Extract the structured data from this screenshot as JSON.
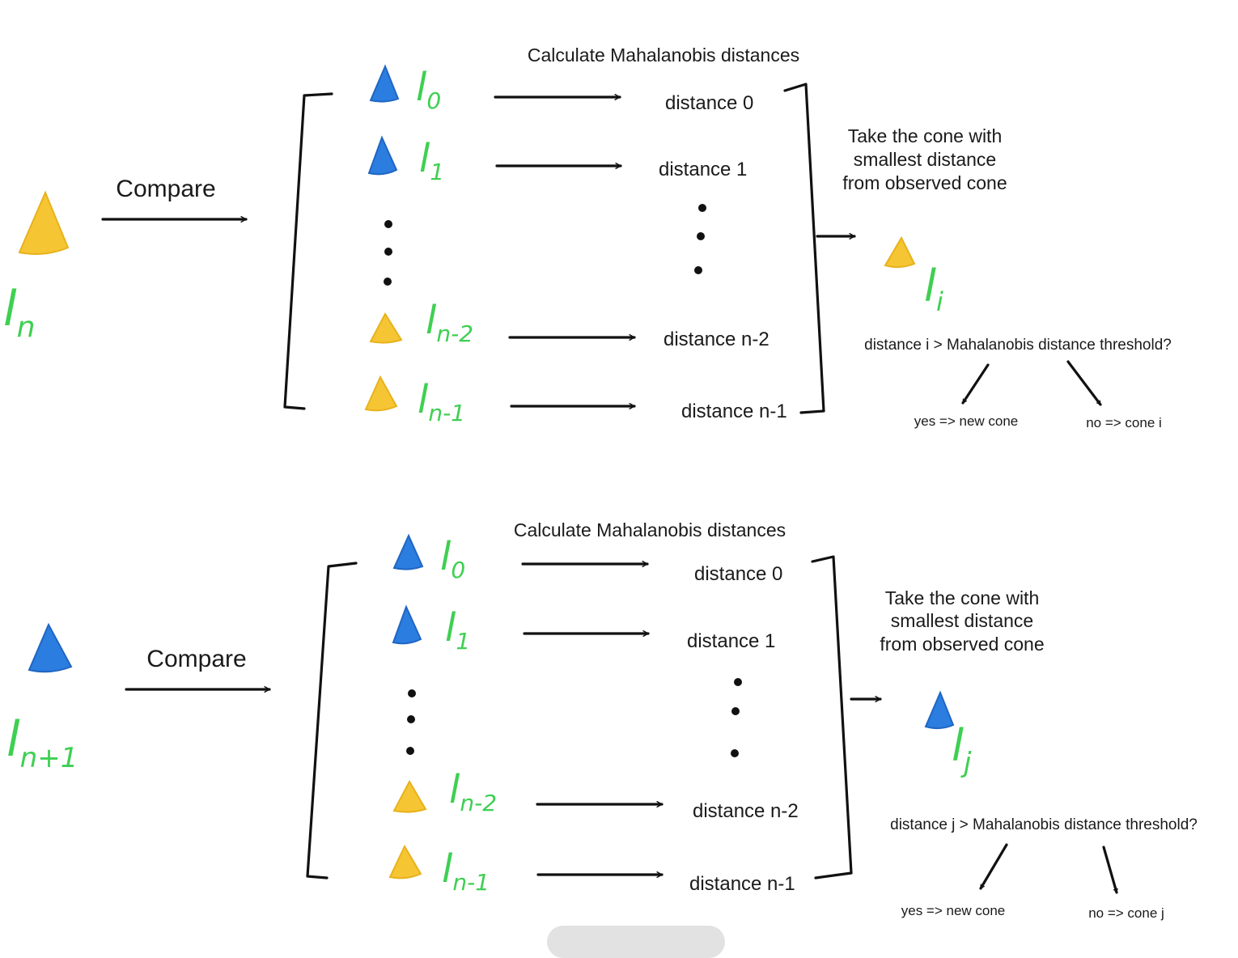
{
  "sections": [
    {
      "header": "Calculate Mahalanobis distances",
      "compare": "Compare",
      "observed": {
        "color": "#f5c533",
        "label": {
          "base": "l",
          "sub": "n"
        }
      },
      "rows": [
        {
          "color": "#2b7de0",
          "label": {
            "base": "l",
            "sub": "0"
          },
          "distance": "distance 0"
        },
        {
          "color": "#2b7de0",
          "label": {
            "base": "l",
            "sub": "1"
          },
          "distance": "distance 1"
        },
        {
          "color": "#f5c533",
          "label": {
            "base": "l",
            "sub": "n-2"
          },
          "distance": "distance n-2"
        },
        {
          "color": "#f5c533",
          "label": {
            "base": "l",
            "sub": "n-1"
          },
          "distance": "distance n-1"
        }
      ],
      "take": [
        "Take the cone with",
        "smallest distance",
        "from observed cone"
      ],
      "result": {
        "color": "#f5c533",
        "label": {
          "base": "l",
          "sub": "i"
        }
      },
      "question": "distance i > Mahalanobis distance threshold?",
      "yes": "yes => new cone",
      "no": "no => cone i"
    },
    {
      "header": "Calculate Mahalanobis distances",
      "compare": "Compare",
      "observed": {
        "color": "#2b7de0",
        "label": {
          "base": "l",
          "sub": "n+1"
        }
      },
      "rows": [
        {
          "color": "#2b7de0",
          "label": {
            "base": "l",
            "sub": "0"
          },
          "distance": "distance 0"
        },
        {
          "color": "#2b7de0",
          "label": {
            "base": "l",
            "sub": "1"
          },
          "distance": "distance 1"
        },
        {
          "color": "#f5c533",
          "label": {
            "base": "l",
            "sub": "n-2"
          },
          "distance": "distance n-2"
        },
        {
          "color": "#f5c533",
          "label": {
            "base": "l",
            "sub": "n-1"
          },
          "distance": "distance n-1"
        }
      ],
      "take": [
        "Take the cone with",
        "smallest distance",
        "from observed cone"
      ],
      "result": {
        "color": "#2b7de0",
        "label": {
          "base": "l",
          "sub": "j"
        }
      },
      "question": "distance j > Mahalanobis distance threshold?",
      "yes": "yes => new cone",
      "no": "no => cone j"
    }
  ]
}
